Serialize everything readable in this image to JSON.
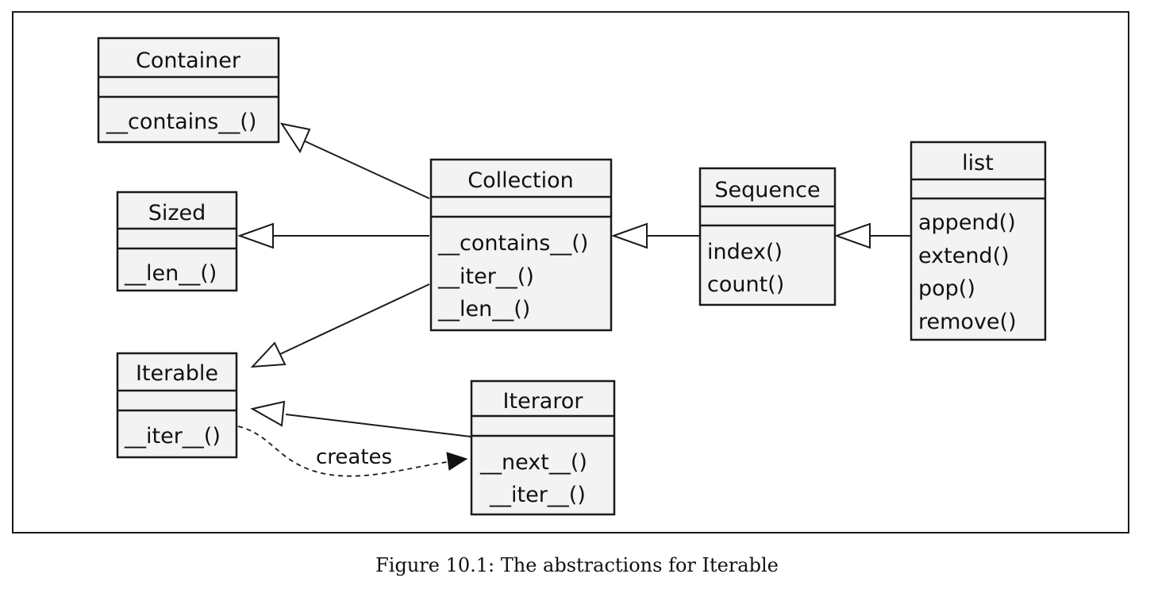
{
  "caption": "Figure 10.1: The abstractions for Iterable",
  "classes": {
    "container": {
      "name": "Container",
      "methods": [
        "__contains__()"
      ]
    },
    "sized": {
      "name": "Sized",
      "methods": [
        "__len__()"
      ]
    },
    "iterable": {
      "name": "Iterable",
      "methods": [
        "__iter__()"
      ]
    },
    "collection": {
      "name": "Collection",
      "methods": [
        "__contains__()",
        "__iter__()",
        "__len__()"
      ]
    },
    "iteraror": {
      "name": "Iteraror",
      "methods": [
        "__next__()",
        "__iter__()"
      ]
    },
    "sequence": {
      "name": "Sequence",
      "methods": [
        "index()",
        "count()"
      ]
    },
    "list": {
      "name": "list",
      "methods": [
        "append()",
        "extend()",
        "pop()",
        "remove()"
      ]
    }
  },
  "relations": {
    "creates_label": "creates"
  }
}
